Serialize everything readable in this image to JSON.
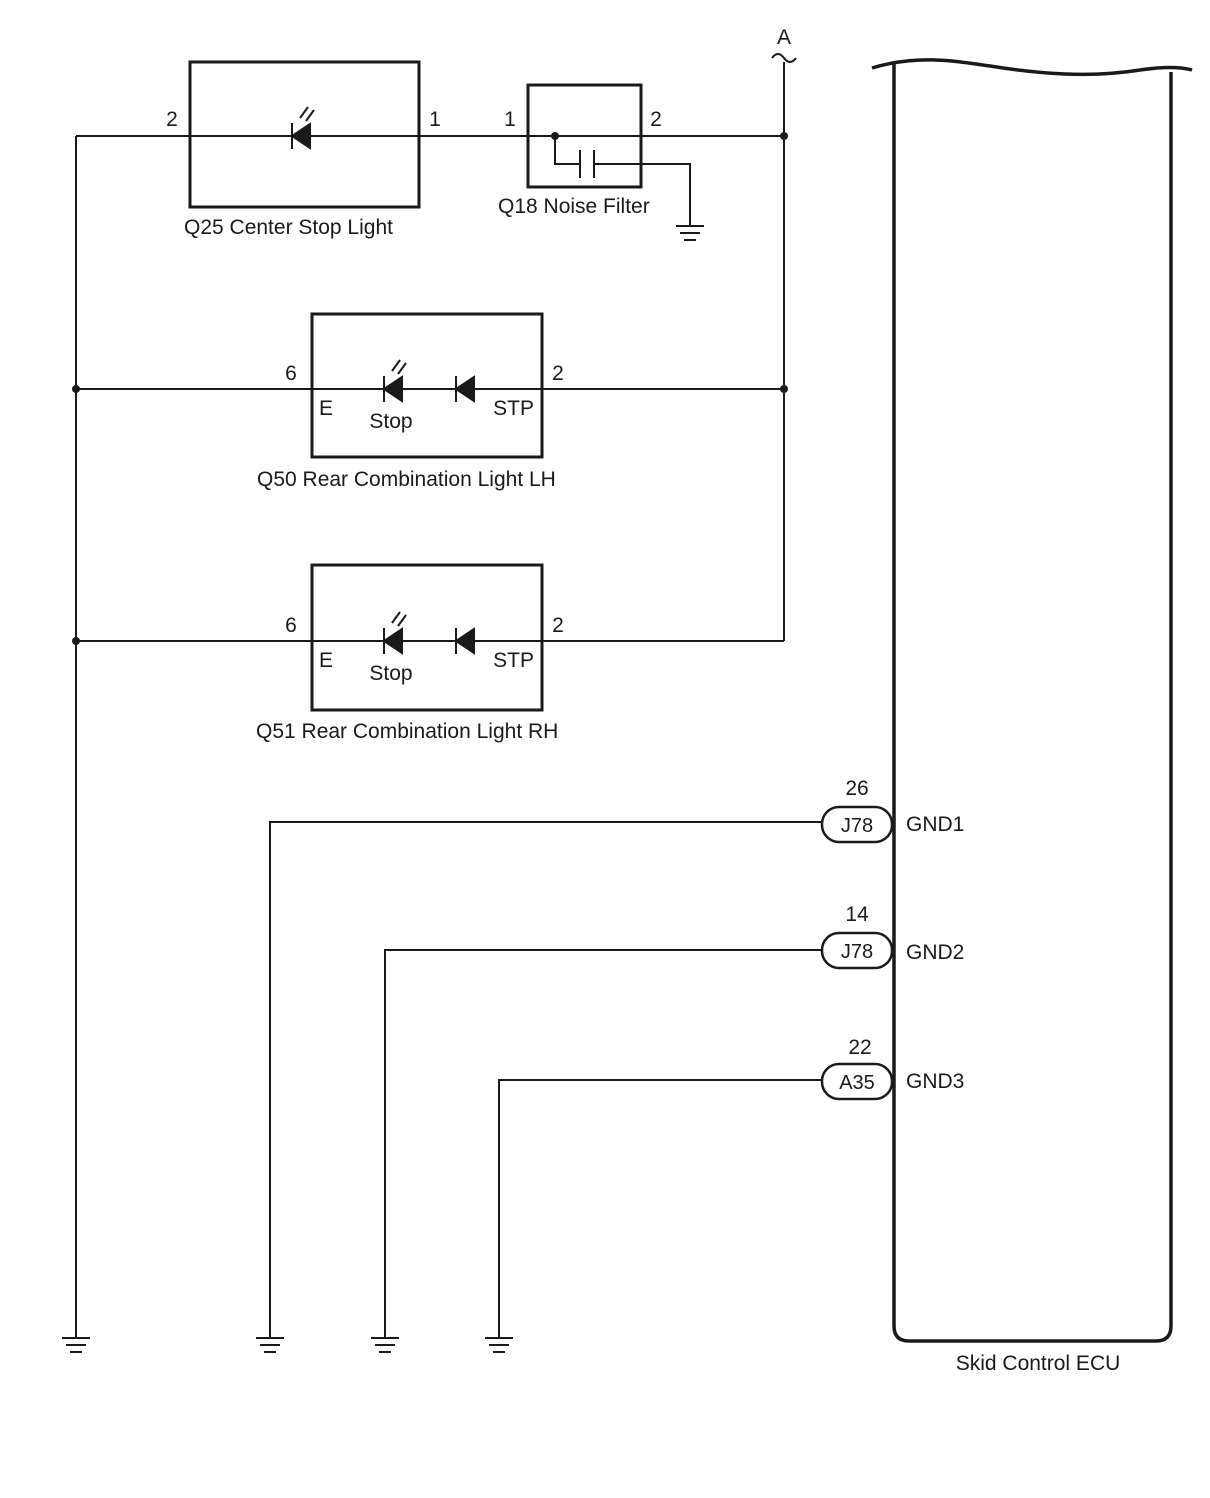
{
  "net_label": "A",
  "components": {
    "q25": {
      "label": "Q25  Center Stop Light",
      "pin_left": "2",
      "pin_right": "1"
    },
    "q18": {
      "label": "Q18  Noise Filter",
      "pin_left": "1",
      "pin_right": "2"
    },
    "q50": {
      "label": "Q50  Rear Combination Light LH",
      "pin_left": "6",
      "pin_right": "2",
      "terminal_left": "E",
      "terminal_right": "STP",
      "bulb": "Stop"
    },
    "q51": {
      "label": "Q51  Rear Combination Light RH",
      "pin_left": "6",
      "pin_right": "2",
      "terminal_left": "E",
      "terminal_right": "STP",
      "bulb": "Stop"
    }
  },
  "ecu": {
    "label": "Skid Control ECU",
    "grounds": [
      {
        "pin": "26",
        "connector": "J78",
        "terminal": "GND1"
      },
      {
        "pin": "14",
        "connector": "J78",
        "terminal": "GND2"
      },
      {
        "pin": "22",
        "connector": "A35",
        "terminal": "GND3"
      }
    ]
  },
  "colors": {
    "line": "#1a1a1a",
    "background": "#ffffff"
  }
}
